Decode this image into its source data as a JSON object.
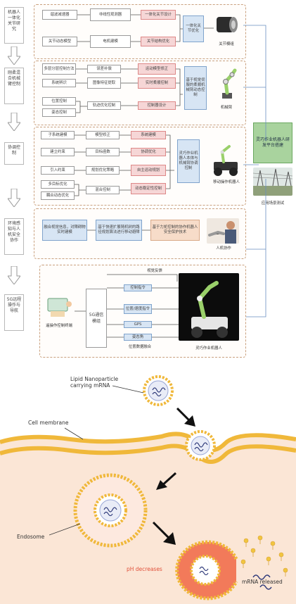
{
  "top": {
    "stages": [
      {
        "label": "机器人一体化关节研究"
      },
      {
        "label": "刚柔混合机械臂控制"
      },
      {
        "label": "协调控制"
      },
      {
        "label": "环境感知与人机安全协作"
      },
      {
        "label": "5G远程操作与导航"
      }
    ],
    "s1": {
      "left": [
        "谐波减速器",
        "关节动态模型"
      ],
      "mid": [
        "非线性观测器",
        "电机建模"
      ],
      "right": [
        "一体化关节设计",
        "关节结构优化"
      ],
      "out": "一体化关节优化",
      "cap": "关节模组"
    },
    "s2": {
      "left": [
        "多层分层控制方法",
        "系统辨识",
        "位置控制",
        "姿态控制"
      ],
      "mid": [
        "误差补偿",
        "图像特征提取",
        "轨迹优化控制"
      ],
      "right": [
        "运动模型修正",
        "实时柔顺控制",
        "控制器设计"
      ],
      "out": "基于视觉伺服的柔顺机械臂动态控制",
      "cap": "机械臂"
    },
    "s3": {
      "left": [
        "子系统建模",
        "建立约束",
        "引入约束",
        "多目标优化",
        "耦合动态优化"
      ],
      "mid": [
        "模型修正",
        "目标函数",
        "规划优化策略",
        "混合控制"
      ],
      "right": [
        "系统建模",
        "协调优化",
        "自主运动规划",
        "动态稳定性控制"
      ],
      "out": "灵巧作业机器人本体与机械臂协调控制",
      "cap": "移动操作机器人"
    },
    "side": {
      "green": "灵巧作业机器人研发平台搭建",
      "cap": "应用场景测试"
    },
    "s4": {
      "a": "融合视觉信息，对障碍物实时建模",
      "b": "基于快速扩展随机树的路径规划算法进行移动避障",
      "c": "基于力矩控制的协作机器人安全保护技术",
      "cap": "人机协作"
    },
    "s5": {
      "top": "视觉反馈",
      "core": "5G通信模组",
      "ops": [
        "控制指令",
        "位置/速度指令",
        "GPS",
        "姿态角"
      ],
      "fuse": "位置数据融合",
      "left": "遥操作控制终端",
      "cap": "灵巧作业机器人"
    }
  },
  "bio": {
    "lnp_label": "Lipid Nanoparticle carrying mRNA",
    "membrane_label": "Cell membrane",
    "endosome_label": "Endosome",
    "ph_label": "pH decreases",
    "released_label": "mRNA released"
  },
  "colors": {
    "accent_pink": "#f6d6d6",
    "accent_blue": "#d7e5f4",
    "accent_green": "#a9d39e",
    "ph": "#e0503a"
  }
}
